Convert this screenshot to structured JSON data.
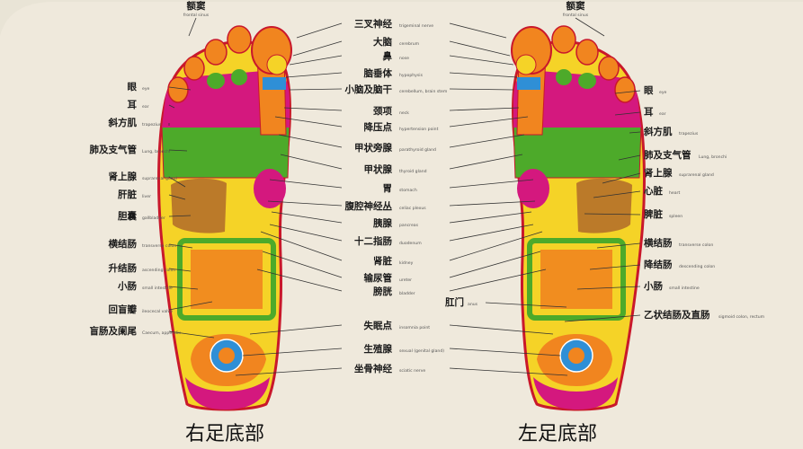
{
  "titles": {
    "right": "右足底部",
    "left": "左足底部"
  },
  "center_labels": [
    {
      "zh": "三叉神经",
      "en": "trigeminal nerve"
    },
    {
      "zh": "大脑",
      "en": "cerebrum"
    },
    {
      "zh": "鼻",
      "en": "nose"
    },
    {
      "zh": "脑垂体",
      "en": "hypophysis"
    },
    {
      "zh": "小脑及脑干",
      "en": "cerebellum, brain stem"
    },
    {
      "zh": "颈项",
      "en": "neck"
    },
    {
      "zh": "降压点",
      "en": "hypertension point"
    },
    {
      "zh": "甲状旁腺",
      "en": "parathyroid gland"
    },
    {
      "zh": "甲状腺",
      "en": "thyroid gland"
    },
    {
      "zh": "胃",
      "en": "stomach"
    },
    {
      "zh": "腹腔神经丛",
      "en": "celiac plexus"
    },
    {
      "zh": "胰腺",
      "en": "pancreas"
    },
    {
      "zh": "十二指肠",
      "en": "duodenum"
    },
    {
      "zh": "肾脏",
      "en": "kidney"
    },
    {
      "zh": "输尿管",
      "en": "ureter"
    },
    {
      "zh": "膀胱",
      "en": "bladder"
    },
    {
      "zh": "失眠点",
      "en": "insomnia point"
    },
    {
      "zh": "生殖腺",
      "en": "sexual (genital gland)"
    },
    {
      "zh": "坐骨神经",
      "en": "sciatic nerve"
    }
  ],
  "right_foot_labels": [
    {
      "zh": "额窦",
      "en": "frontal sinus"
    },
    {
      "zh": "眼",
      "en": "eye"
    },
    {
      "zh": "耳",
      "en": "ear"
    },
    {
      "zh": "斜方肌",
      "en": "trapezius"
    },
    {
      "zh": "肺及支气管",
      "en": "Lung, bronchi"
    },
    {
      "zh": "肾上腺",
      "en": "suprarenal gland"
    },
    {
      "zh": "肝脏",
      "en": "liver"
    },
    {
      "zh": "胆囊",
      "en": "gallbladder"
    },
    {
      "zh": "横结肠",
      "en": "transverse colon"
    },
    {
      "zh": "升结肠",
      "en": "ascending colon"
    },
    {
      "zh": "小肠",
      "en": "small intestine"
    },
    {
      "zh": "回盲瓣",
      "en": "ileocecal valve"
    },
    {
      "zh": "盲肠及阑尾",
      "en": "Caecum, appendix"
    }
  ],
  "left_foot_labels": [
    {
      "zh": "额窦",
      "en": "frontal sinus"
    },
    {
      "zh": "眼",
      "en": "eye"
    },
    {
      "zh": "耳",
      "en": "ear"
    },
    {
      "zh": "斜方肌",
      "en": "trapezius"
    },
    {
      "zh": "肺及支气管",
      "en": "Lung, bronchi"
    },
    {
      "zh": "肾上腺",
      "en": "suprarenal gland"
    },
    {
      "zh": "心脏",
      "en": "heart"
    },
    {
      "zh": "脾脏",
      "en": "spleen"
    },
    {
      "zh": "横结肠",
      "en": "transverse colon"
    },
    {
      "zh": "降结肠",
      "en": "descending colon"
    },
    {
      "zh": "小肠",
      "en": "small intestine"
    },
    {
      "zh": "肛门",
      "en": "anus"
    },
    {
      "zh": "乙状结肠及直肠",
      "en": "sigmoid colon, rectum"
    }
  ],
  "colors": {
    "background": "#e9e4d6",
    "card": "#efe9dc",
    "outline": "#c9182b",
    "yellow": "#f5d327",
    "orange": "#f1851f",
    "green": "#4daa2a",
    "magenta": "#d4187e",
    "blue": "#2f8fd6",
    "brown": "#b06a2a"
  }
}
